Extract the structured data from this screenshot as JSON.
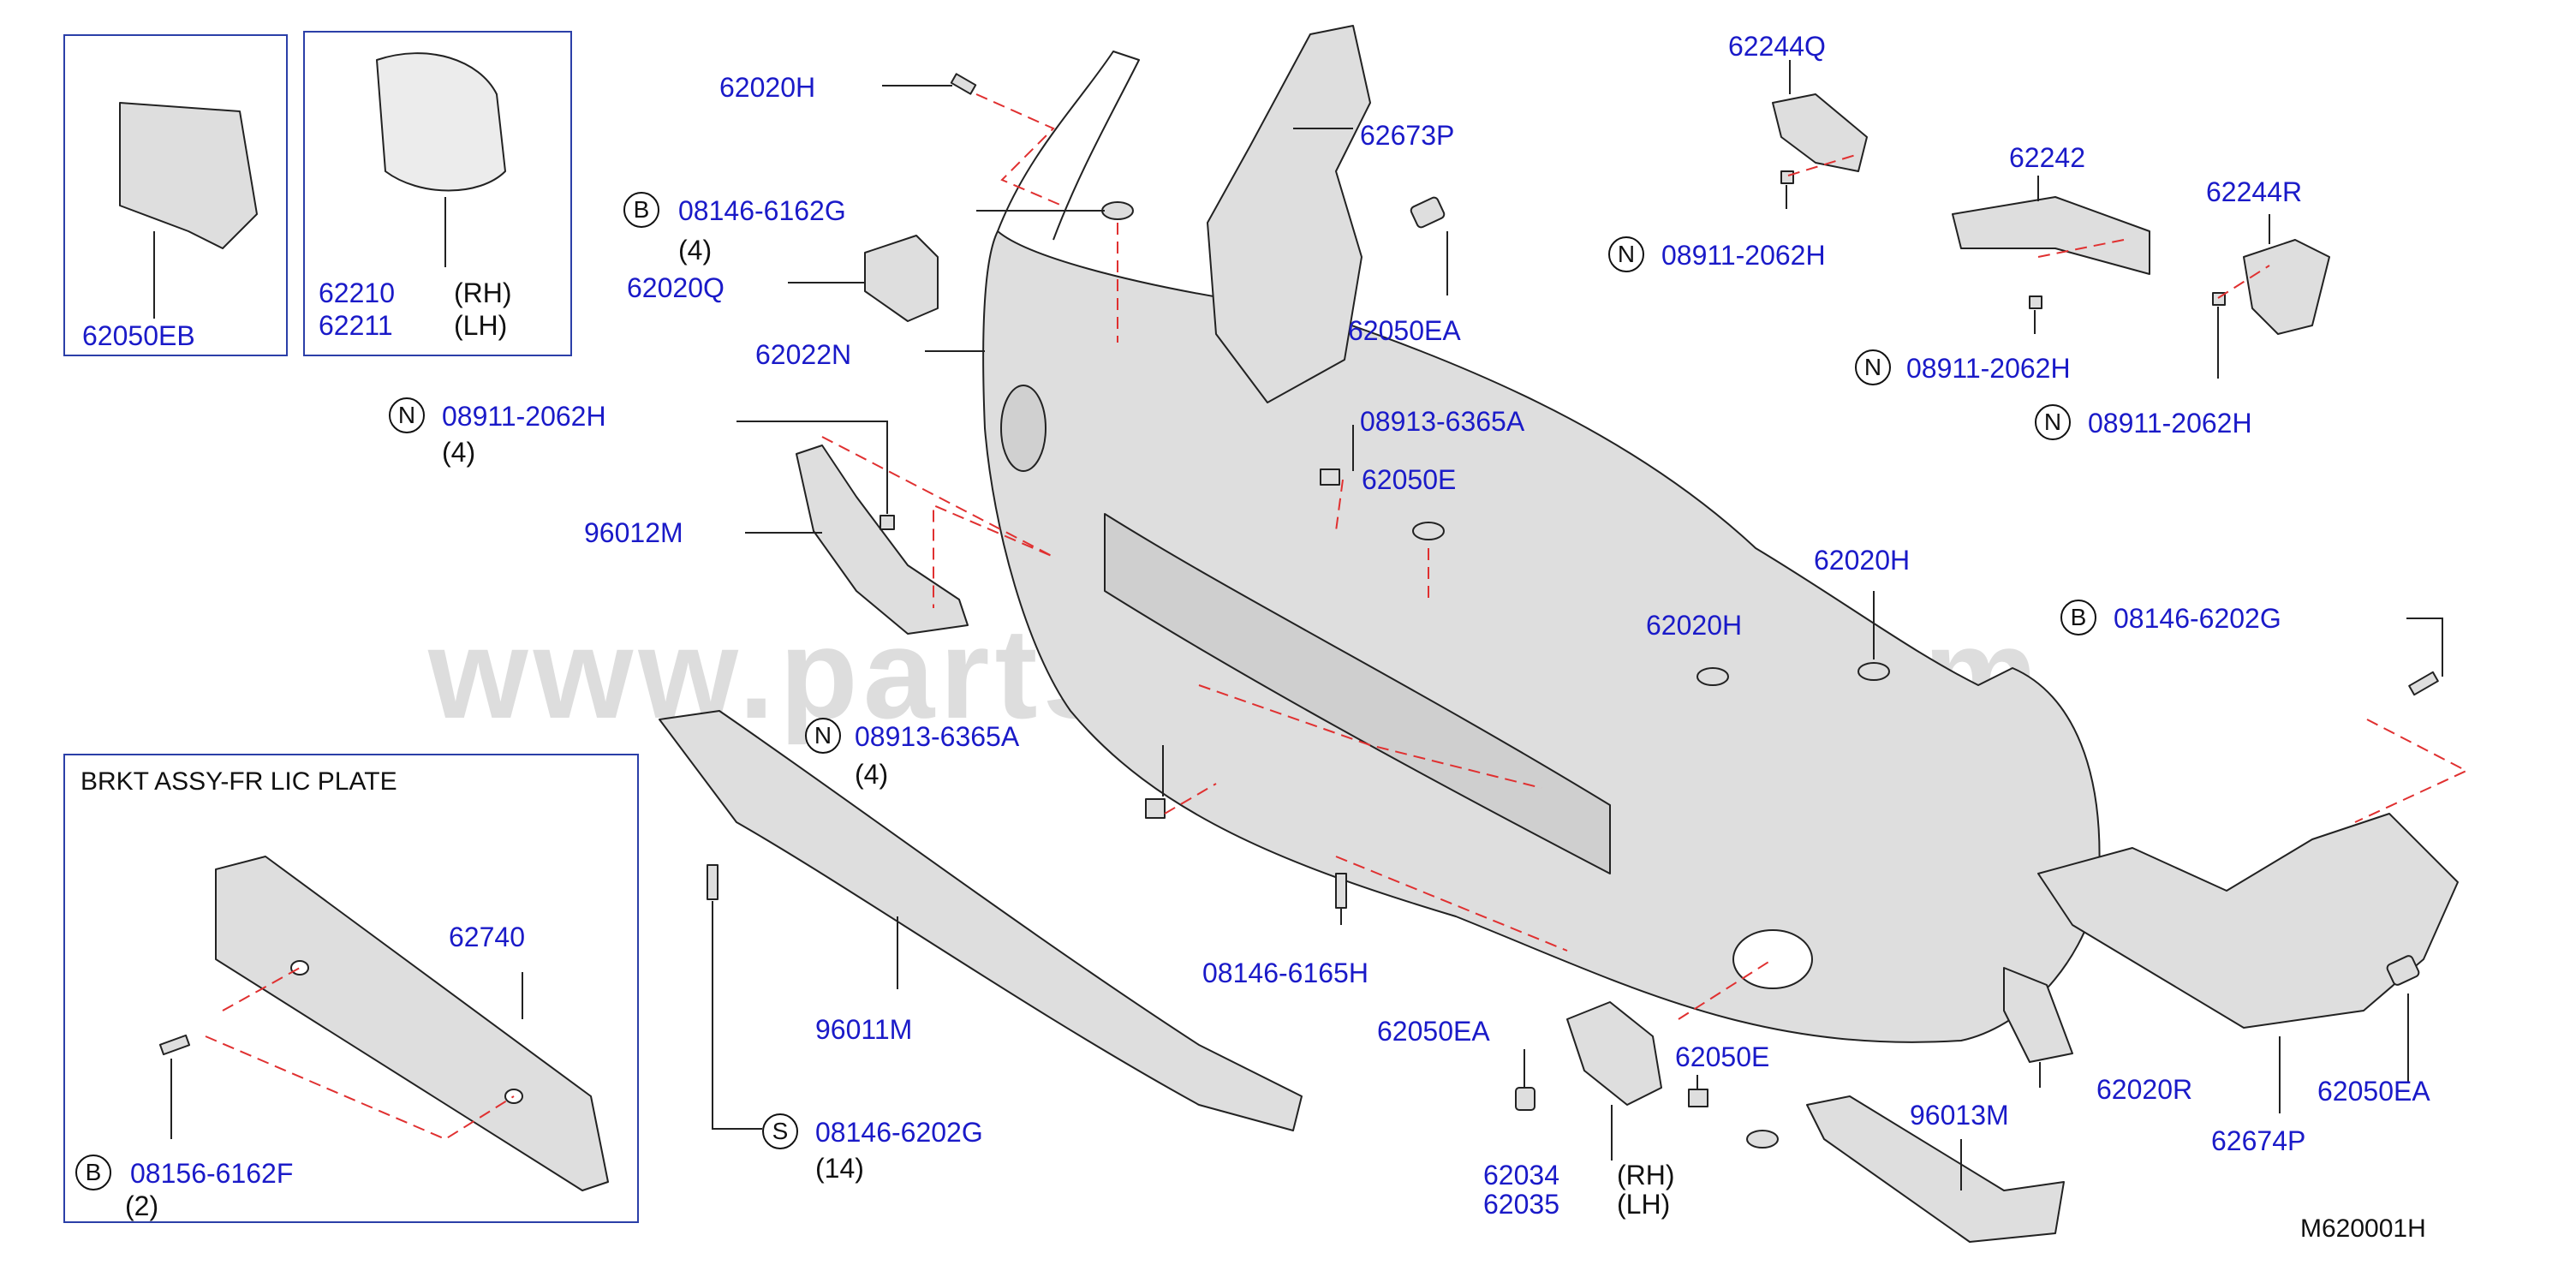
{
  "watermark": "www.partsassistant.com",
  "diagram_code": "M620001H",
  "colors": {
    "label": "#1a1ac8",
    "callout": "#111111",
    "dash": "#e03030",
    "box": "#2b3fa8",
    "part_fill": "#dedede"
  },
  "inset_left": {
    "part": "62050EB"
  },
  "inset_mid": {
    "rh": "62210",
    "lh": "62211",
    "rh_tag": "(RH)",
    "lh_tag": "(LH)"
  },
  "plate_box": {
    "title": "BRKT   ASSY-FR   LIC   PLATE",
    "plate": "62740",
    "screw_letter": "B",
    "screw": "08156-6162F",
    "screw_qty": "(2)"
  },
  "labels": {
    "p62020H_top": "62020H",
    "p08146_6162G": "08146-6162G",
    "b_letter_1": "B",
    "qty_4a": "(4)",
    "p62020Q": "62020Q",
    "p62022N": "62022N",
    "p08911_left": "08911-2062H",
    "n_letter_1": "N",
    "qty_4b": "(4)",
    "p96012M": "96012M",
    "p08913_left": "08913-6365A",
    "n_letter_2": "N",
    "qty_4c": "(4)",
    "p96011M": "96011M",
    "p08146_6202G_s": "08146-6202G",
    "s_letter": "S",
    "qty_14": "(14)",
    "p62673P": "62673P",
    "p62050EA_top": "62050EA",
    "p08913_mid": "08913-6365A",
    "p62050E_mid": "62050E",
    "p62020H_mid": "62020H",
    "p62020H_right": "62020H",
    "p08146_6165H": "08146-6165H",
    "p62050EA_low": "62050EA",
    "p62050E_low": "62050E",
    "p62034": "62034",
    "p62035": "62035",
    "rh_tag": "(RH)",
    "lh_tag": "(LH)",
    "p96013M": "96013M",
    "p62244Q": "62244Q",
    "p08911_mid": "08911-2062H",
    "n_letter_3": "N",
    "p62242": "62242",
    "p62244R": "62244R",
    "p08911_r1": "08911-2062H",
    "n_letter_4": "N",
    "p08911_r2": "08911-2062H",
    "n_letter_5": "N",
    "p08146_6202G_b": "08146-6202G",
    "b_letter_2": "B",
    "p62020R": "62020R",
    "p62674P": "62674P",
    "p62050EA_right": "62050EA"
  }
}
